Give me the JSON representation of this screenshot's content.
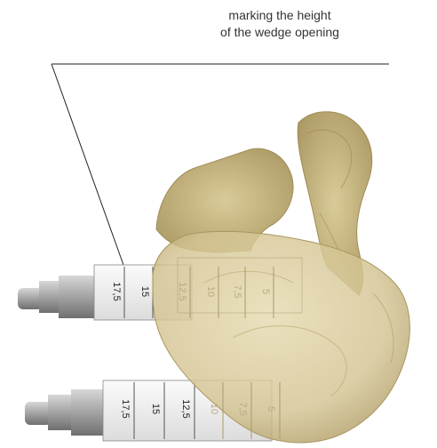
{
  "caption": {
    "line1": "marking the height",
    "line2": "of the wedge opening"
  },
  "upper_gauge": {
    "labels": [
      "17,5",
      "15",
      "12,5",
      "10",
      "7,5",
      "5"
    ]
  },
  "lower_gauge": {
    "labels": [
      "17,5",
      "15",
      "12,5",
      "10",
      "7,5",
      "5"
    ]
  },
  "colors": {
    "bone": "#d8c99a",
    "bone_shadow": "#b9a66f",
    "metal": "#9a9a9a",
    "scale": "#f2f2f2"
  }
}
